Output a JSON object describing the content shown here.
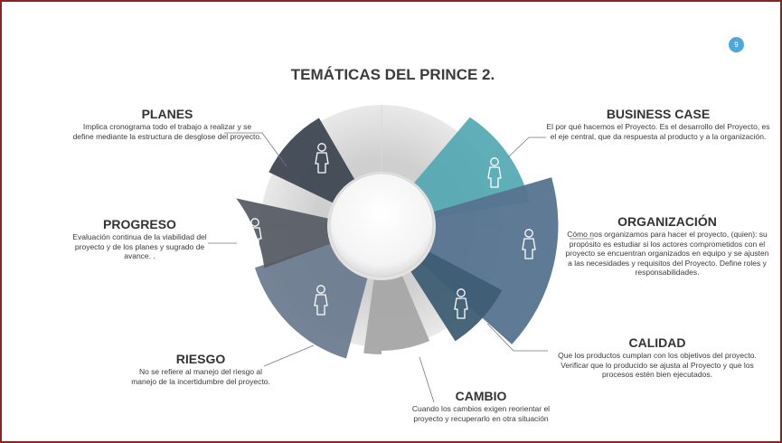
{
  "page_number": "9",
  "title": "TEMÁTICAS DEL PRINCE 2.",
  "colors": {
    "planes": "#3e4753",
    "business_case": "#4fa5b0",
    "organizacion": "#55738f",
    "calidad": "#3e5d73",
    "cambio": "#a7a7a7",
    "riesgo": "#6b7a8f",
    "progreso": "#575d66"
  },
  "topics": {
    "planes": {
      "heading": "PLANES",
      "description": "Implica cronograma todo el trabajo a realizar y se define mediante la estructura de desglose del  proyecto."
    },
    "business_case": {
      "heading": "BUSINESS CASE",
      "description": "El por qué hacemos el Proyecto. Es el desarrollo del Proyecto, es el eje central, que da respuesta al producto y a la organización."
    },
    "organizacion": {
      "heading": "ORGANIZACIÓN",
      "description": "Cómo nos organizamos para hacer el proyecto, (quien): su propósito es estudiar si los actores comprometidos con el proyecto se encuentran organizados en equipo y se ajusten a las necesidades y requisitos del Proyecto. Define roles y  responsabilidades."
    },
    "calidad": {
      "heading": "CALIDAD",
      "description": "Que los productos cumplan con los objetivos del proyecto. Verificar que lo producido se ajusta al Proyecto y que los procesos estén bien ejecutados."
    },
    "cambio": {
      "heading": "CAMBIO",
      "description": "Cuando los cambios exigen reorientar el proyecto y recuperarlo en otra situación"
    },
    "riesgo": {
      "heading": "RIESGO",
      "description": "No se refiere al manejo del riesgo al manejo de la incertidumbre del proyecto."
    },
    "progreso": {
      "heading": "PROGRESO",
      "description": "Evaluación continua de la viabilidad del proyecto y de los planes y sugrado de avance. ."
    }
  }
}
